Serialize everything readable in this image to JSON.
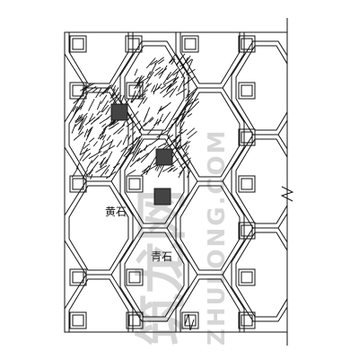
{
  "drawing": {
    "labels": {
      "yellow_stone": "黄石",
      "blue_stone": "青石"
    }
  },
  "watermark": {
    "brand_cn": "筑龙网",
    "brand_en": "ZHULONG.COM"
  },
  "colors": {
    "line": "#111111",
    "watermark": "#d6d6d6",
    "background": "#ffffff"
  }
}
